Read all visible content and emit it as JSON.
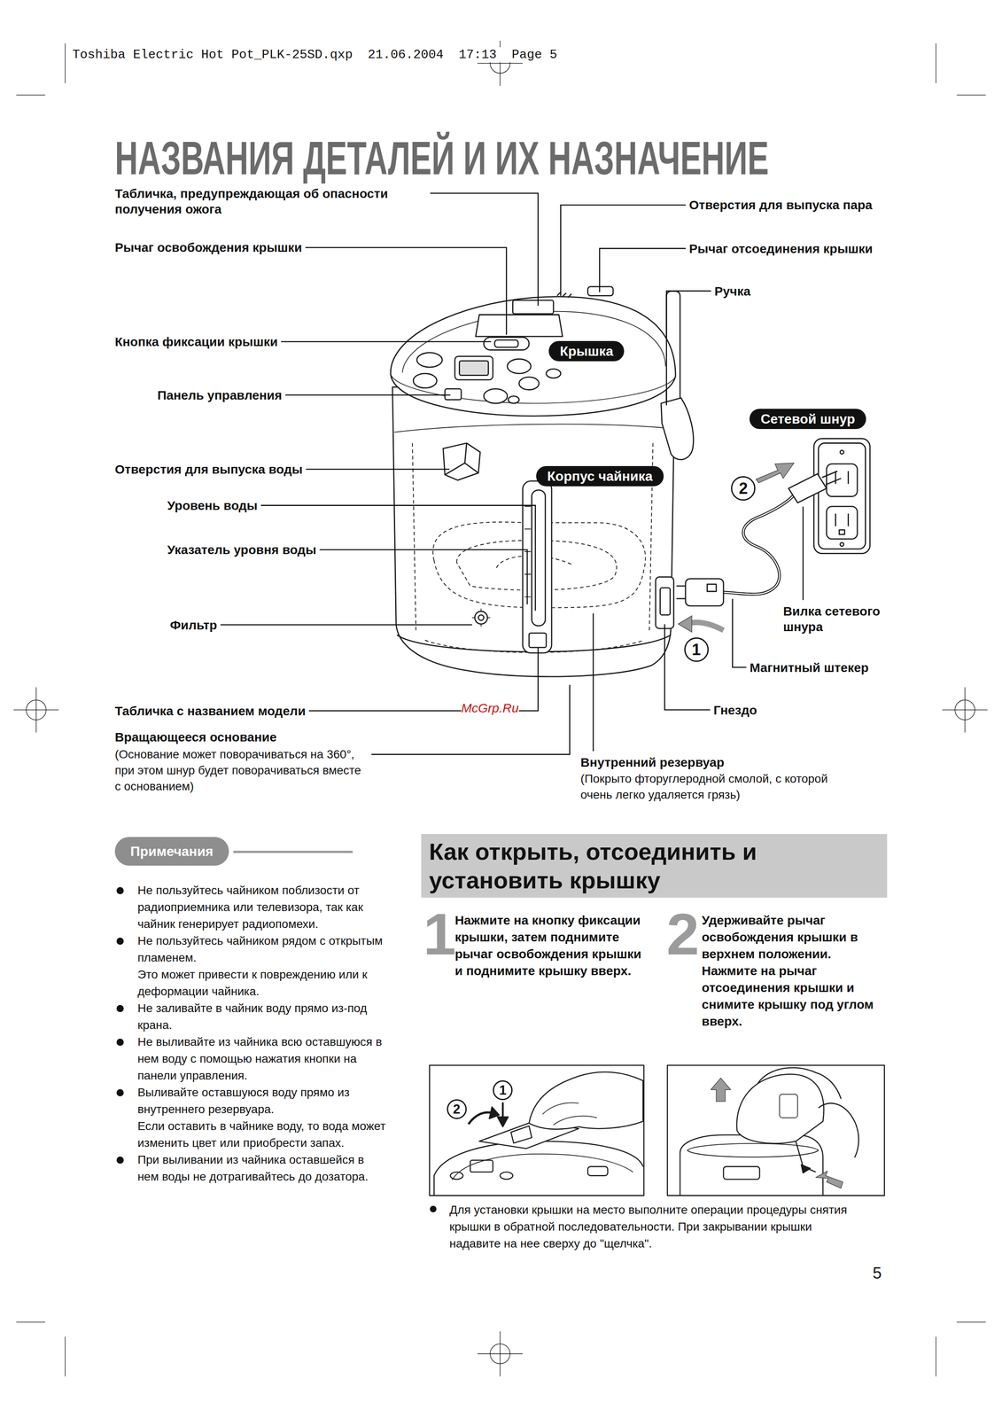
{
  "diagram": {
    "title": "НАЗВАНИЯ ДЕТАЛЕЙ И ИХ НАЗНАЧЕНИЕ",
    "nodes": [
      {
        "text": [
          "Крышка"
        ]
      },
      {
        "text": [
          "Сетевой шнур"
        ]
      },
      {
        "text": [
          "Корпус чайника"
        ]
      },
      {
        "text": [
          "2"
        ]
      },
      {
        "text": [
          "1"
        ]
      },
      {
        "text": [
          "Примечания"
        ]
      },
      {
        "text": [
          "Как открыть, отсоединить и установить крышку"
        ]
      },
      {
        "text": [
          "1"
        ]
      },
      {
        "text": [
          "2"
        ]
      }
    ],
    "labels": [
      "Toshiba Electric Hot Pot_PLK-25SD.qxp  21.06.2004  17:13  Page 5",
      "Табличка, предупреждающая об опасности получения ожога",
      "Отверстия для выпуска пара",
      "Рычаг освобождения крышки",
      "Рычаг отсоединения крышки",
      "Ручка",
      "Кнопка фиксации крышки",
      "Панель управления",
      "Отверстия для выпуска воды",
      "Уровень воды",
      "Указатель уровня воды",
      "Фильтр",
      "Вилка сетевого шнура",
      "Магнитный штекер",
      "Табличка с названием модели",
      "McGrp.Ru",
      "Гнездо",
      "Вращающееся основание",
      "(Основание может поворачиваться на 360°, при этом шнур будет поворачиваться вместе с основанием)",
      "Внутренний резервуар",
      "(Покрыто фторуглеродной смолой, с которой очень легко удаляется грязь)",
      "Не пользуйтесь чайником поблизости от радиоприемника или телевизора, так как чайник генерирует радиопомехи.",
      "Не пользуйтесь чайником рядом с открытым пламенем.",
      "Это может привести к повреждению или к деформации чайника.",
      "Не заливайте в чайник воду прямо из-под крана.",
      "Не выливайте из чайника всю оставшуюся в нем воду с помощью нажатия кнопки на панели управления.",
      "Выливайте оставшуюся воду прямо из внутреннего резервуара.",
      "Если оставить в чайнике воду, то вода может изменить цвет или приобрести запах.",
      "При выливании из чайника оставшейся в нем воды не дотрагивайтесь до дозатора.",
      "1",
      "Нажмите на кнопку фиксации крышки, затем поднимите рычаг освобождения крышки и поднимите крышку вверх.",
      "2",
      "Удерживайте рычаг освобождения крышки в верхнем положении. Нажмите на рычаг отсоединения крышки и снимите крышку под углом вверх.",
      "Для установки крышки на место выполните операции процедуры снятия крышки в обратной последовательности. При закрывании крышки надавите на нее сверху до \"щелчка\".",
      "5"
    ]
  }
}
